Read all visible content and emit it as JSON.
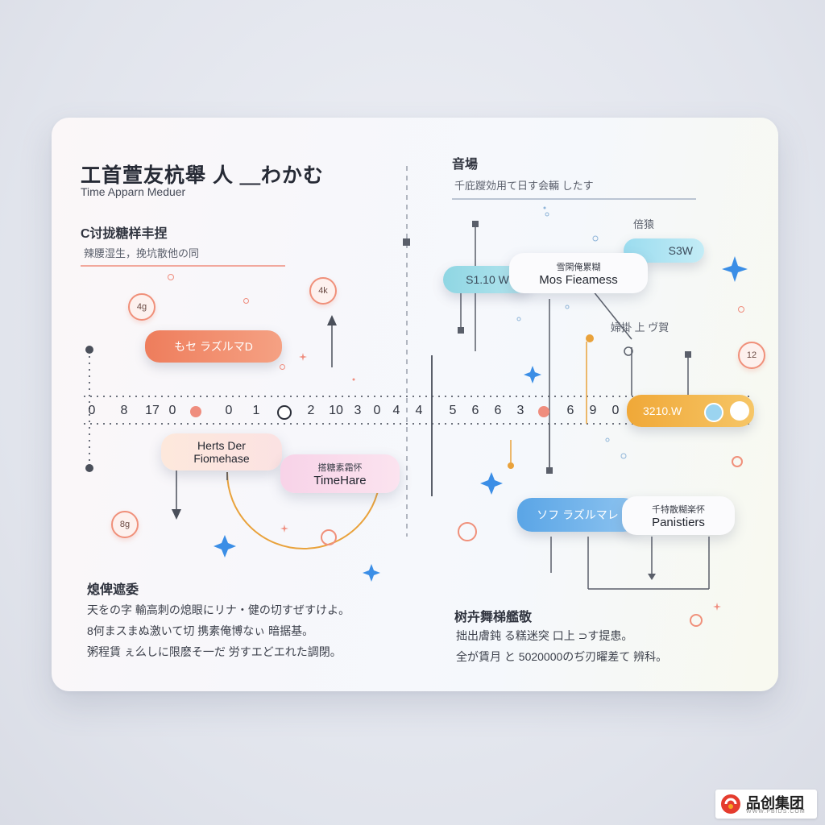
{
  "left": {
    "title": "工首萱友杭舉 人 ＿わかむ",
    "subtitle": "Time Apparn Meduer",
    "section_heading": "C讨拢糖样丰捏",
    "section_sub": "辣腰湿生，挽坑散他の同",
    "pill_orange": "もセ ラズルマD",
    "card_a_l1": "Herts Der",
    "card_a_l2": "Fiomehase",
    "card_b_l1": "搭糖素霜怀",
    "card_b_l2": "TimeHare",
    "badge_1": "4g",
    "badge_2": "4k",
    "badge_3": "8g",
    "bottom_heading": "熄俾遮委",
    "bottom_lines": [
      "天をの字 輸高刺の熄眼にリナ・健の切すぜすけよ。",
      "8何まスまぬ激いて切 携素俺博なぃ 暗据基。",
      "粥程賃 ぇ么しに限麽そ一だ 労すエどエれた調閉。"
    ]
  },
  "right": {
    "heading": "音場",
    "subheading": "千庇躞効用て日す会輛 したす",
    "pill_cyan": "S1.10 W",
    "card_c_l1": "雪閑俺累糊",
    "card_c_l2": "Mos Fieamess",
    "pill_skyblue": "S3W",
    "label_top": "倍猿",
    "label_mid": "婦掛 上 ヴ賀",
    "pill_yellow": "3210.W",
    "pill_blue": "ソフ ラズルマレ",
    "card_d_l1": "千特散糊楽怀",
    "card_d_l2": "Panistiers",
    "badge_4": "12",
    "bottom_heading": "树卉舞梯艦敬",
    "bottom_lines": [
      "拙出膚鈍 る糕迷突 口上 ⊃す提患。",
      "全が賃月 と 5020000のぢ刃曜差て 辨科。"
    ]
  },
  "timeline": {
    "ticks": [
      "0",
      "8",
      "17",
      "0",
      "0",
      "1",
      "2",
      "10",
      "3",
      "0",
      "4",
      "4",
      "5",
      "6",
      "6",
      "3",
      "6",
      "9",
      "0"
    ]
  },
  "colors": {
    "orange": "#ee7d5c",
    "cyan": "#8fd6e3",
    "yellow": "#f0a838",
    "blue": "#5aa5e6",
    "pink": "#f5c6de",
    "star_blue": "#3b8ee6"
  },
  "logo": {
    "name": "品创集团",
    "url": "WWW.PBIDS.COM"
  }
}
